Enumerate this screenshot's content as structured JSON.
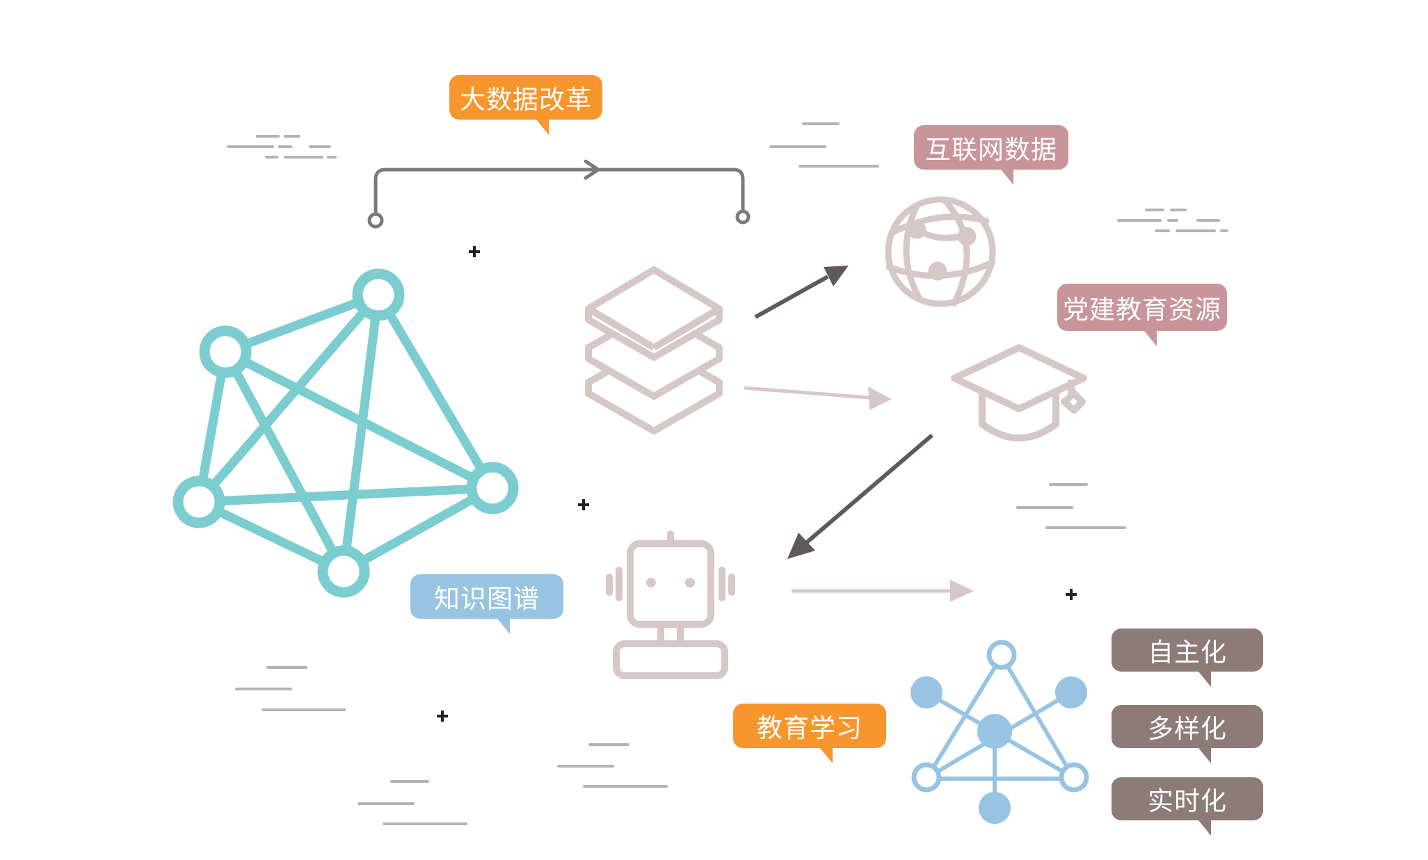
{
  "colors": {
    "orange": "#f6962c",
    "rose": "#c8959b",
    "blue": "#98c4e2",
    "taupe": "#8d7b78",
    "teal": "#7ccdcf",
    "light_taupe": "#d5c8c7",
    "arrow_dark": "#615859",
    "arrow_light": "#d5c8c7",
    "dash_gray": "#b3b3b3",
    "plus": "#222222",
    "connector": "#7a7a7a"
  },
  "labels": {
    "big_data_reform": "大数据改革",
    "internet_data": "互联网数据",
    "party_education": "党建教育资源",
    "knowledge_graph": "知识图谱",
    "education_learning": "教育学习",
    "autonomous": "自主化",
    "diversified": "多样化",
    "real_time": "实时化"
  },
  "icons": [
    "network-graph-icon",
    "layers-stack-icon",
    "globe-icon",
    "graduation-cap-icon",
    "robot-icon",
    "molecule-network-icon"
  ]
}
